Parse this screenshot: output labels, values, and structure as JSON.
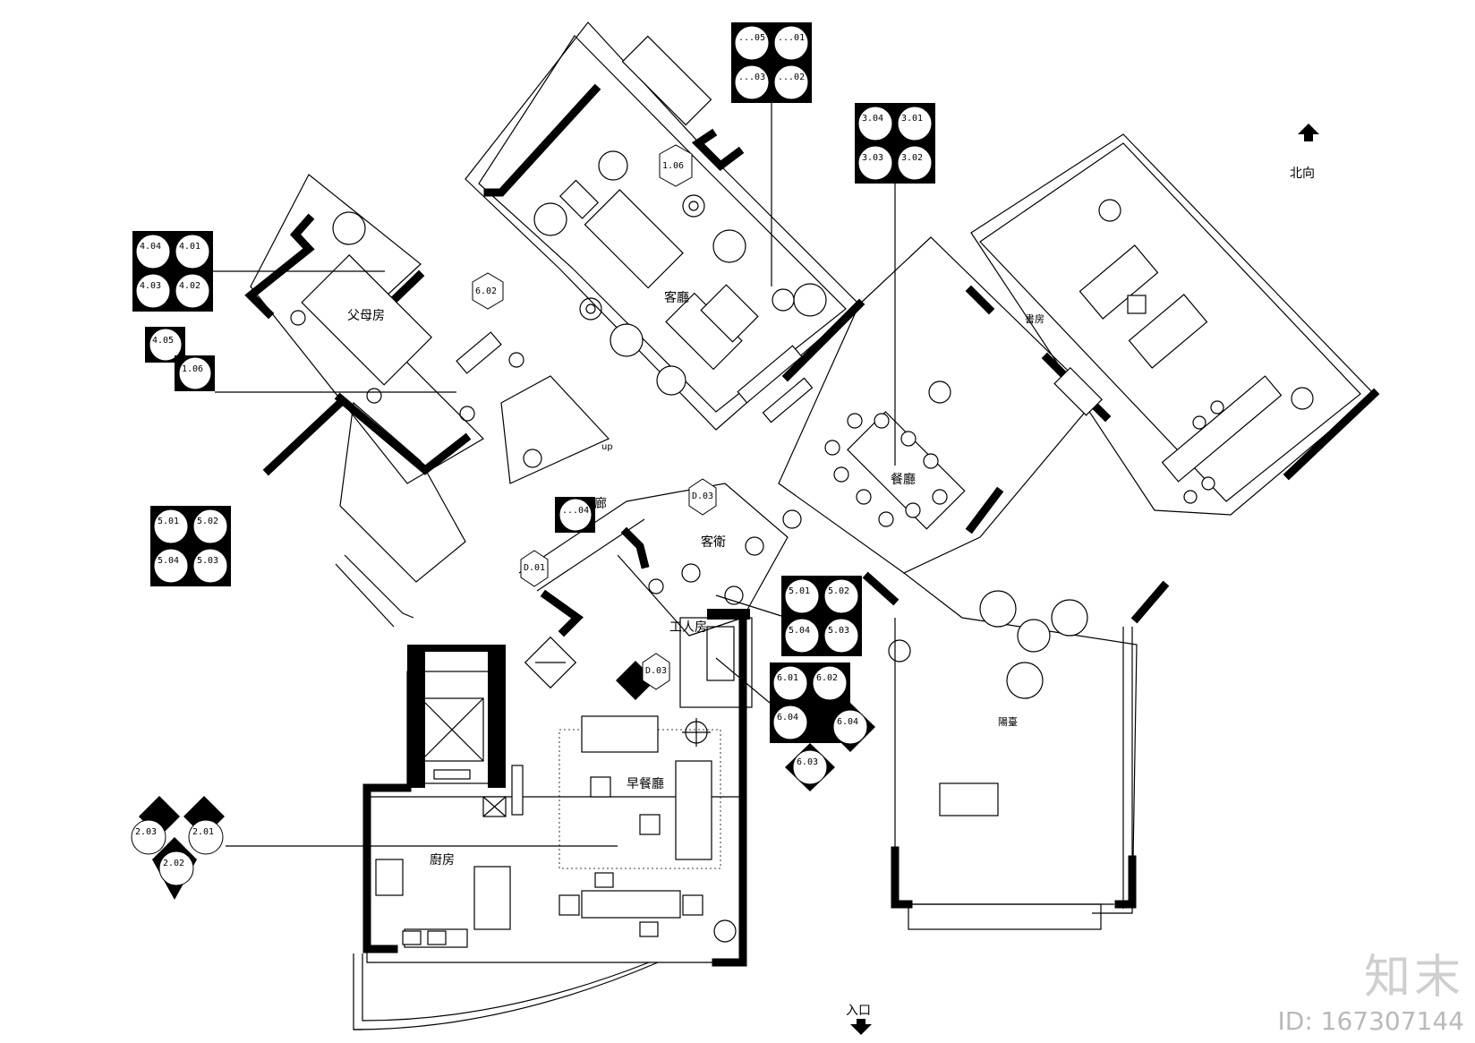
{
  "rooms": {
    "living": "客廳",
    "parents": "父母房",
    "corridor": "進廊",
    "guest_bath": "客衛",
    "dining": "餐廳",
    "study": "書房",
    "servant": "工人房",
    "breakfast": "早餐廳",
    "kitchen": "廚房",
    "sunroom": "陽臺",
    "up": "up",
    "north": "北向",
    "entry": "入口"
  },
  "tags": {
    "t1": [
      "...05",
      "...01",
      "...03",
      "...02"
    ],
    "t2": [
      "3.04",
      "3.01",
      "3.03",
      "3.02"
    ],
    "t3": [
      "4.04",
      "4.01",
      "4.03",
      "4.02"
    ],
    "t4": [
      "4.05",
      "1.06"
    ],
    "t5": [
      "5.01",
      "5.02",
      "5.04",
      "5.03"
    ],
    "t6": [
      "5.01",
      "5.02",
      "5.04",
      "5.03"
    ],
    "t7": [
      "6.01",
      "6.02",
      "6.04",
      "6.04",
      "6.03"
    ],
    "t8": [
      "2.03",
      "2.01",
      "2.02"
    ],
    "small": [
      "1.06",
      "6.02",
      "...04",
      "D.03",
      "D.01",
      "D.03"
    ]
  },
  "watermark": {
    "logo": "知末",
    "id": "ID: 167307144"
  }
}
